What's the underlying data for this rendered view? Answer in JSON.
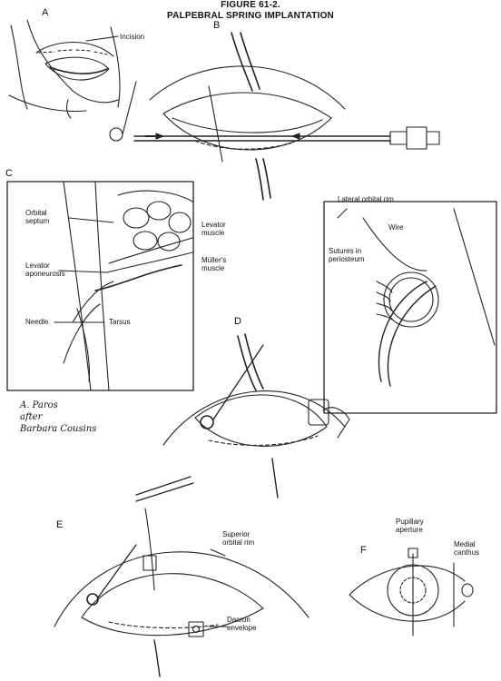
{
  "figure": {
    "title": "FIGURE 61-2.",
    "subtitle": "PALPEBRAL SPRING IMPLANTATION"
  },
  "panels": {
    "A": {
      "letter": "A",
      "labels": {
        "incision": "Incision"
      }
    },
    "B": {
      "letter": "B"
    },
    "C": {
      "letter": "C",
      "labels": {
        "orbital_septum": "Orbital\nseptum",
        "levator_aponeurosis": "Levator\naponeurosis",
        "needle": "Needle",
        "tarsus": "Tarsus",
        "levator_muscle": "Levator\nmuscle",
        "mullers_muscle": "Müller's\nmuscle"
      }
    },
    "lateral": {
      "labels": {
        "lateral_orbital_rim": "Lateral orbital rim",
        "wire": "Wire",
        "sutures_in_periosteum": "Sutures in\nperiosteum"
      }
    },
    "D": {
      "letter": "D"
    },
    "E": {
      "letter": "E",
      "labels": {
        "superior_orbital_rim": "Superior\norbital rim",
        "dacron_envelope": "Dacron\nenvelope"
      }
    },
    "F": {
      "letter": "F",
      "labels": {
        "pupillary_aperture": "Pupillary\naperture",
        "medial_canthus": "Medial\ncanthus"
      }
    }
  },
  "signature": "A. Paros\nafter\nBarbara Cousins"
}
